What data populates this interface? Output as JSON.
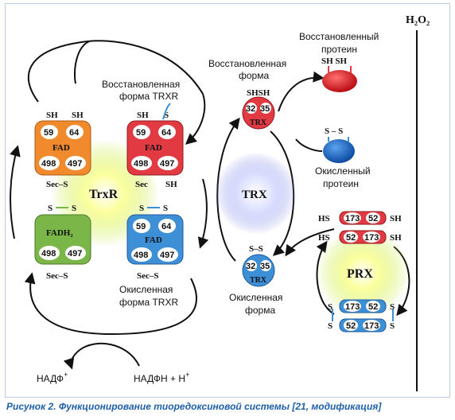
{
  "h2o2": "H₂O₂",
  "trxr": {
    "center_label": "TrxR",
    "reduced_label_line1": "Восстановленная",
    "reduced_label_line2": "форма TRXR",
    "oxidized_label_line1": "Окисленная",
    "oxidized_label_line2": "форма TRXR",
    "tl": {
      "sh1": "SH",
      "sh2": "SH",
      "n1": "59",
      "n2": "64",
      "cof": "FAD",
      "n3": "498",
      "n4": "497",
      "bottom": "Sec–S",
      "color": "#f08a2c"
    },
    "tr": {
      "sh1": "SH",
      "sh2": "S",
      "n1": "59",
      "n2": "64",
      "cof": "FAD",
      "n3": "498",
      "n4": "497",
      "bottom_left": "Sec",
      "bottom_right": "SH",
      "color": "#e23a43"
    },
    "bl": {
      "sh1": "S",
      "sh2": "S",
      "n1": "",
      "n2": "",
      "cof": "FADH₂",
      "n3": "498",
      "n4": "497",
      "bottom": "Sec–S",
      "color": "#7ab648"
    },
    "br": {
      "sh1": "S",
      "sh2": "S",
      "n1": "59",
      "n2": "64",
      "cof": "FAD",
      "n3": "498",
      "n4": "497",
      "bottom": "Sec–S",
      "color": "#3d8fd6"
    }
  },
  "trx": {
    "center_label": "TRX",
    "reduced_label_line1": "Восстановленная",
    "reduced_label_line2": "форма",
    "oxidized_label_line1": "Окисленная",
    "oxidized_label_line2": "форма",
    "reduced": {
      "top": "SHSH",
      "n1": "32",
      "n2": "35",
      "name": "TRX"
    },
    "oxidized": {
      "top": "S–S",
      "n1": "32",
      "n2": "35",
      "name": "TRX"
    }
  },
  "protein": {
    "reduced_line1": "Восстановленный",
    "reduced_line2": "протеин",
    "reduced_sh": "SH  SH",
    "oxidized_line1": "Окисленный",
    "oxidized_line2": "протеин",
    "oxidized_s": "S – S"
  },
  "prx": {
    "center_label": "PRX",
    "reduced": {
      "row1_left": "HS",
      "row1_n1": "173",
      "row1_n2": "52",
      "row1_right": "SH",
      "row2_left": "HS",
      "row2_n1": "52",
      "row2_n2": "173",
      "row2_right": "SH"
    },
    "oxidized": {
      "row1_left": "S",
      "row1_n1": "173",
      "row1_n2": "52",
      "row1_right": "S",
      "row2_left": "S",
      "row2_n1": "52",
      "row2_n2": "173",
      "row2_right": "S"
    }
  },
  "nadp": {
    "nadp": "НАДФ",
    "nadp_sup": "+",
    "nadph": "НАДФН + Н",
    "nadph_sup": "+"
  },
  "caption": "Рисунок 2. Функционирование тиоредоксиновой системы [21, модификация]",
  "colors": {
    "orange": "#f08a2c",
    "red": "#e23a43",
    "green": "#7ab648",
    "blue": "#3d8fd6",
    "caption": "#1f5fa8"
  }
}
